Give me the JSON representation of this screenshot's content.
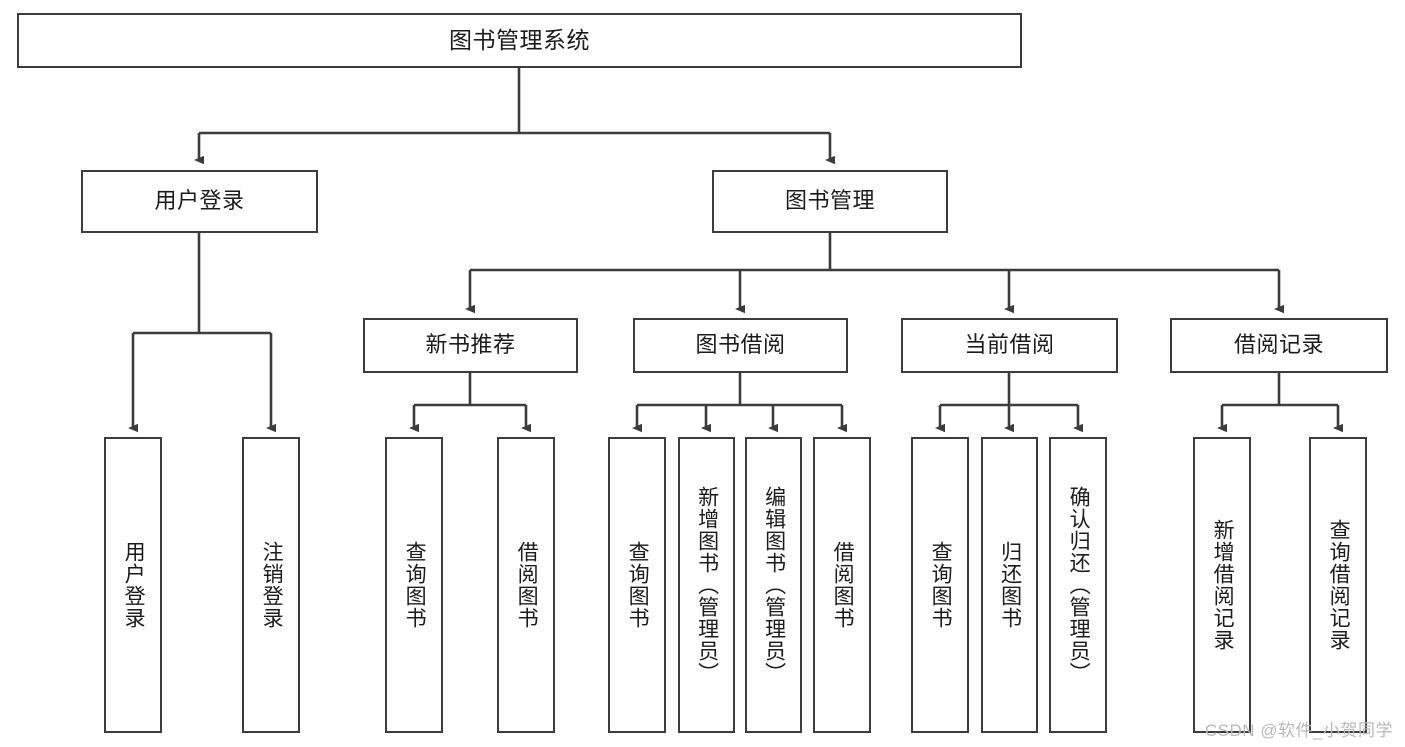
{
  "diagram": {
    "title": "图书管理系统",
    "type": "tree",
    "orientation": "top-down",
    "colors": {
      "box_border": "#3c3c3c",
      "box_fill": "#ffffff",
      "edge": "#3c3c3c",
      "text": "#1b1b1b",
      "watermark": "#b9b9b9",
      "background": "#ffffff"
    },
    "watermark": "CSDN @软件_小贺同学",
    "root": {
      "label": "图书管理系统",
      "children": [
        {
          "label": "用户登录",
          "children": [
            {
              "label": "用户登录"
            },
            {
              "label": "注销登录"
            }
          ]
        },
        {
          "label": "图书管理",
          "children": [
            {
              "label": "新书推荐",
              "children": [
                {
                  "label": "查询图书"
                },
                {
                  "label": "借阅图书"
                }
              ]
            },
            {
              "label": "图书借阅",
              "children": [
                {
                  "label": "查询图书"
                },
                {
                  "label": "新增图书（管理员）"
                },
                {
                  "label": "编辑图书（管理员）"
                },
                {
                  "label": "借阅图书"
                }
              ]
            },
            {
              "label": "当前借阅",
              "children": [
                {
                  "label": "查询图书"
                },
                {
                  "label": "归还图书"
                },
                {
                  "label": "确认归还（管理员）"
                }
              ]
            },
            {
              "label": "借阅记录",
              "children": [
                {
                  "label": "新增借阅记录"
                },
                {
                  "label": "查询借阅记录"
                }
              ]
            }
          ]
        }
      ]
    },
    "nodes": {
      "root": "图书管理系统",
      "user_login": "用户登录",
      "book_manage": "图书管理",
      "new_book_rec": "新书推荐",
      "book_borrow": "图书借阅",
      "current_borrow": "当前借阅",
      "borrow_record": "借阅记录",
      "leaf_user_login": "用户登录",
      "leaf_logout": "注销登录",
      "leaf_query_book_1": "查询图书",
      "leaf_borrow_book_1": "借阅图书",
      "leaf_query_book_2": "查询图书",
      "leaf_add_book_admin": "新增图书（管理员）",
      "leaf_edit_book_admin": "编辑图书（管理员）",
      "leaf_borrow_book_2": "借阅图书",
      "leaf_query_book_3": "查询图书",
      "leaf_return_book": "归还图书",
      "leaf_confirm_return_admin": "确认归还（管理员）",
      "leaf_add_record": "新增借阅记录",
      "leaf_query_record": "查询借阅记录"
    }
  }
}
